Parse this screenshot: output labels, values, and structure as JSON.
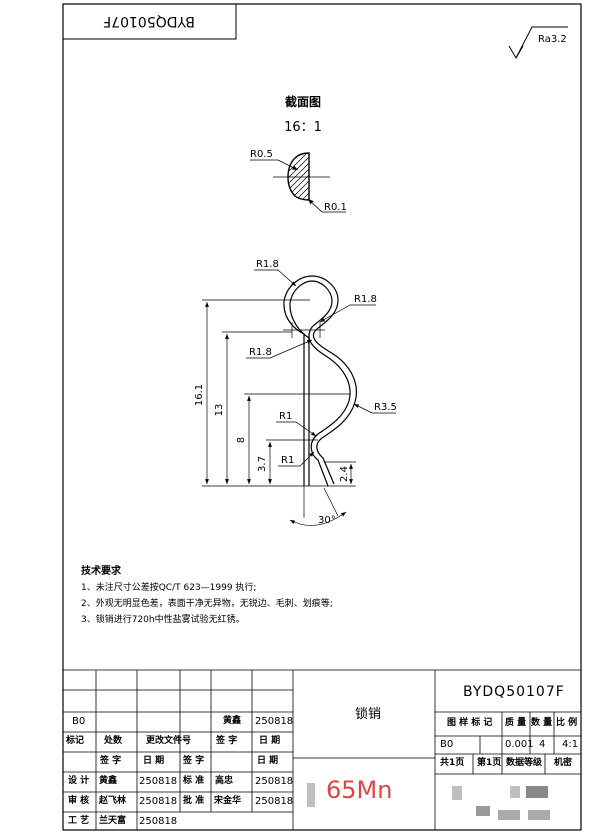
{
  "drawing_number_mirrored": "BYDQ50107F",
  "surface_roughness": "Ra3.2",
  "section_view": {
    "title": "截面图",
    "scale": "16：1",
    "radius_top": "R0.5",
    "radius_bottom": "R0.1"
  },
  "dimensions": {
    "r_loop_top": "R1.8",
    "r_neck_right": "R1.8",
    "r_neck_left": "R1.8",
    "r_large_curve": "R3.5",
    "r_lower_1": "R1",
    "r_lower_2": "R1",
    "height_total": "16.1",
    "height_13": "13",
    "height_8": "8",
    "height_3_7": "3.7",
    "height_2_4": "2.4",
    "angle": "30°"
  },
  "technical_requirements": {
    "title": "技术要求",
    "items": [
      "1、未注尺寸公差按QC/T 623—1999 执行;",
      "2、外观无明显色差，表面干净无异物，无锐边、毛刺、划痕等;",
      "3、锁销进行720h中性盐雾试验无红锈。"
    ]
  },
  "title_block": {
    "drawing_number": "BYDQ50107F",
    "part_name": "锁销",
    "material": "65Mn",
    "revision_row": {
      "mark": "B0",
      "signature": "黄鑫",
      "date": "250818"
    },
    "revision_headers": [
      "标记",
      "处数",
      "更改文件号",
      "签 字",
      "日 期"
    ],
    "sign_headers": [
      "签  字",
      "日  期",
      "签  字",
      "日  期"
    ],
    "sign_rows": [
      {
        "role": "设 计",
        "name": "黄鑫",
        "date": "250818",
        "role2": "标 准",
        "name2": "高忠",
        "date2": "250818"
      },
      {
        "role": "审 核",
        "name": "赵飞林",
        "date": "250818",
        "role2": "批 准",
        "name2": "宋金华",
        "date2": "250818"
      },
      {
        "role": "工 艺",
        "name": "兰天富",
        "date": "250818"
      }
    ],
    "info_headers": [
      "图 样 标 记",
      "质 量",
      "数 量",
      "比 例"
    ],
    "info_values": {
      "mark": "B0",
      "mass": "0.001",
      "quantity": "4",
      "scale": "4:1"
    },
    "sheet_info": {
      "total": "共1页",
      "current": "第1页",
      "data_level": "数据等级",
      "secret": "机密"
    }
  }
}
